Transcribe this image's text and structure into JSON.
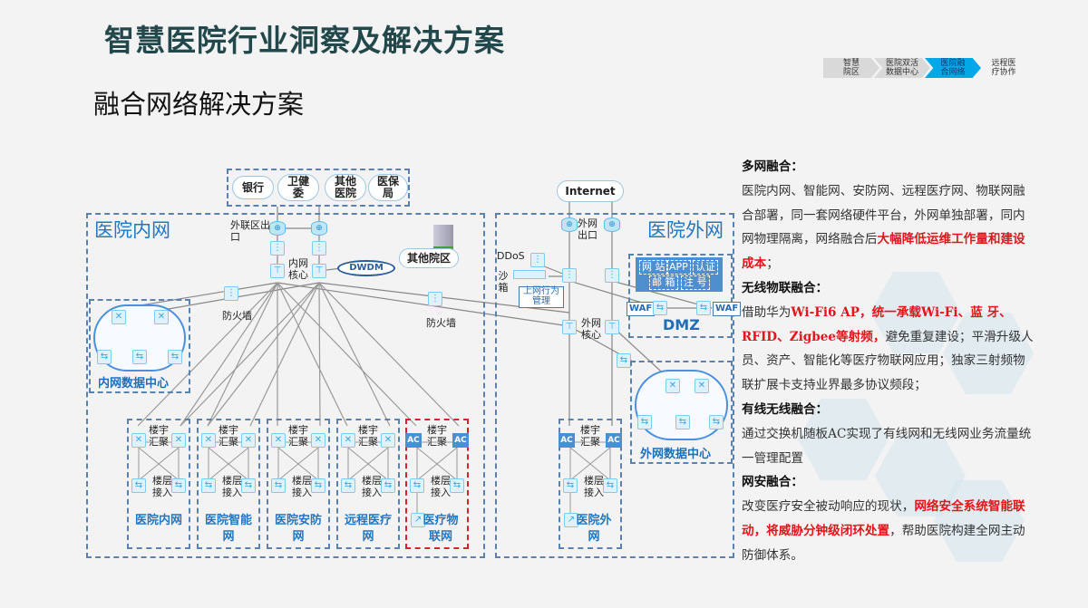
{
  "header": {
    "title": "智慧医院行业洞察及解决方案",
    "subtitle": "融合网络解决方案"
  },
  "steps": [
    {
      "l1": "智慧",
      "l2": "院区",
      "active": false
    },
    {
      "l1": "医院双活",
      "l2": "数据中心",
      "active": false
    },
    {
      "l1": "医院融",
      "l2": "合网络",
      "active": true
    },
    {
      "l1": "远程医",
      "l2": "疗协作",
      "active": false
    }
  ],
  "diagram": {
    "partners": [
      {
        "l1": "银行",
        "l2": ""
      },
      {
        "l1": "卫健",
        "l2": "委"
      },
      {
        "l1": "其他",
        "l2": "医院"
      },
      {
        "l1": "医保",
        "l2": "局"
      }
    ],
    "inner_title": "医院内网",
    "outer_title": "医院外网",
    "wailian_exit": "外联区出口",
    "inner_core": "内网核心",
    "dwdm": "DWDM",
    "other_campus": "其他院区",
    "firewall": "防火墙",
    "inner_dc": "内网数据中心",
    "outer_dc": "外网数据中心",
    "internet": "Internet",
    "outer_exit": "外网出口",
    "outer_core": "外网核心",
    "ddos": "DDoS",
    "sandbox": "沙箱",
    "behavior_mgmt": "上网行为管理",
    "dmz": "DMZ",
    "dmz_services": [
      "网 站",
      "APP",
      "认证",
      "邮 箱",
      "注 号"
    ],
    "waf": "WAF",
    "ac": "AC",
    "building_agg": "楼宇汇聚",
    "floor_access": "楼层接入",
    "blocks": [
      {
        "name": "医院内网"
      },
      {
        "name": "医院智能网"
      },
      {
        "name": "医院安防网"
      },
      {
        "name": "远程医疗网"
      },
      {
        "name": "医疗物联网"
      },
      {
        "name": "医院外网"
      }
    ]
  },
  "sections": [
    {
      "heading": "多网融合：",
      "body": [
        {
          "text": "医院内网、智能网、安防网、远程医疗网、物联网融合部署，同一套网络硬件平台，外网单独部署，同内网物理隔离，网络融合后",
          "red": false
        },
        {
          "text": "大幅降低运维工作量和建设成本",
          "red": true
        },
        {
          "text": "；",
          "red": false
        }
      ]
    },
    {
      "heading": "无线物联融合：",
      "body": [
        {
          "text": "借助华为",
          "red": false
        },
        {
          "text": "Wi-Fi6 AP，统一承载Wi-Fi、蓝 牙、RFID、Zigbee等射频，",
          "red": true
        },
        {
          "text": "避免重复建设；平滑升级人员、资产、智能化等医疗物联网应用；独家三射频物联扩展卡支持业界最多协议频段；",
          "red": false
        }
      ]
    },
    {
      "heading": "有线无线融合：",
      "body": [
        {
          "text": "通过交换机随板AC实现了有线网和无线网业务流量统一管理配置",
          "red": false
        }
      ]
    },
    {
      "heading": "网安融合：",
      "body": [
        {
          "text": "改变医疗安全被动响应的现状，",
          "red": false
        },
        {
          "text": "网络安全系统智能联动，将威胁分钟级闭环处置",
          "red": true
        },
        {
          "text": "，帮助医院构建全网主动防御体系。",
          "red": false
        }
      ]
    }
  ]
}
